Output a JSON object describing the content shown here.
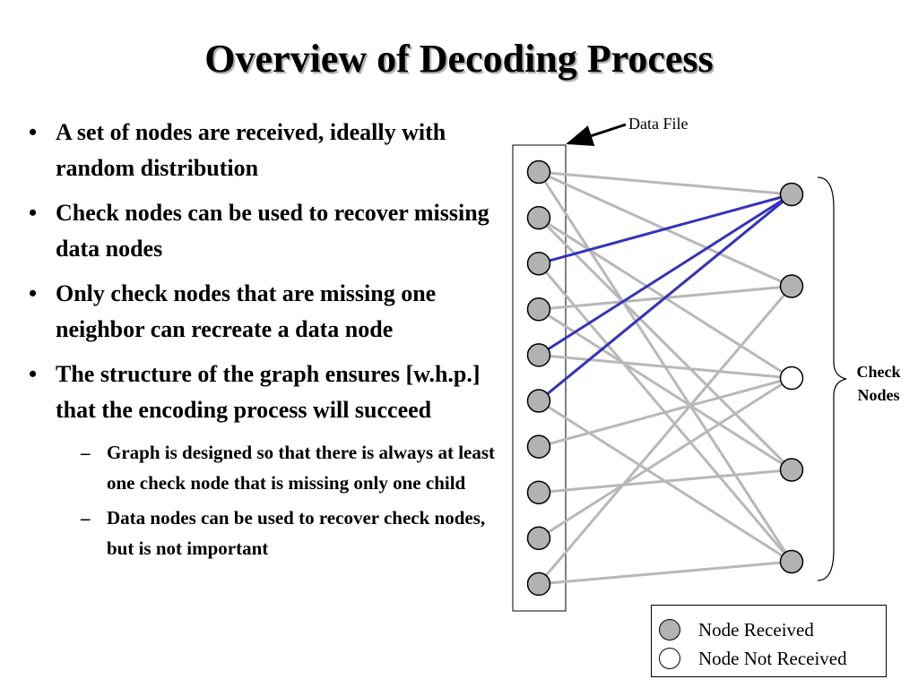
{
  "title": "Overview of Decoding Process",
  "bullets": [
    "A set of nodes are received, ideally with random distribution",
    "Check nodes can be used to recover missing data nodes",
    "Only check nodes that are missing one neighbor can recreate a data node",
    "The structure of the graph ensures [w.h.p.] that the encoding process will succeed"
  ],
  "sub_bullets": [
    "Graph is designed so that there is always at least one check node that is missing only one child",
    "Data nodes can be used to recover check nodes, but is not important"
  ],
  "bullet_marker": "•",
  "dash_marker": "–",
  "diagram": {
    "data_file_label": "Data File",
    "check_nodes_label_1": "Check",
    "check_nodes_label_2": "Nodes",
    "data_nodes": [
      "received",
      "received",
      "received",
      "received",
      "received",
      "received",
      "received",
      "received",
      "received",
      "received"
    ],
    "check_nodes": [
      "received",
      "received",
      "not_received",
      "received",
      "received"
    ],
    "gray_edges": [
      [
        0,
        0
      ],
      [
        0,
        1
      ],
      [
        0,
        4
      ],
      [
        1,
        2
      ],
      [
        1,
        3
      ],
      [
        2,
        4
      ],
      [
        3,
        1
      ],
      [
        3,
        3
      ],
      [
        4,
        2
      ],
      [
        5,
        0
      ],
      [
        5,
        4
      ],
      [
        6,
        2
      ],
      [
        7,
        3
      ],
      [
        8,
        2
      ],
      [
        9,
        1
      ],
      [
        9,
        4
      ]
    ],
    "blue_edges": [
      [
        2,
        0
      ],
      [
        4,
        0
      ],
      [
        5,
        0
      ]
    ],
    "colors": {
      "received_fill": "#b2b2b2",
      "not_received_fill": "#ffffff",
      "gray_edge": "#b8b8b8",
      "blue_edge": "#3333bb",
      "outline": "#000000"
    }
  },
  "legend": {
    "received_label": "Node Received",
    "not_received_label": "Node Not Received"
  }
}
